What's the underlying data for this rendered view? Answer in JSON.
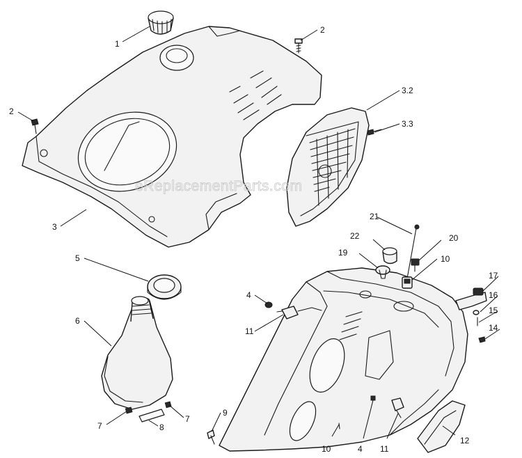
{
  "watermark": "eReplacementParts.com",
  "callouts": [
    {
      "id": "c-1",
      "label": "1"
    },
    {
      "id": "c-2a",
      "label": "2"
    },
    {
      "id": "c-2b",
      "label": "2"
    },
    {
      "id": "c-3",
      "label": "3"
    },
    {
      "id": "c-32",
      "label": "3.2"
    },
    {
      "id": "c-33",
      "label": "3.3"
    },
    {
      "id": "c-4a",
      "label": "4"
    },
    {
      "id": "c-4b",
      "label": "4"
    },
    {
      "id": "c-5",
      "label": "5"
    },
    {
      "id": "c-6",
      "label": "6"
    },
    {
      "id": "c-7a",
      "label": "7"
    },
    {
      "id": "c-7b",
      "label": "7"
    },
    {
      "id": "c-8",
      "label": "8"
    },
    {
      "id": "c-9",
      "label": "9"
    },
    {
      "id": "c-10a",
      "label": "10"
    },
    {
      "id": "c-10b",
      "label": "10"
    },
    {
      "id": "c-11a",
      "label": "11"
    },
    {
      "id": "c-11b",
      "label": "11"
    },
    {
      "id": "c-12",
      "label": "12"
    },
    {
      "id": "c-14",
      "label": "14"
    },
    {
      "id": "c-15",
      "label": "15"
    },
    {
      "id": "c-16",
      "label": "16"
    },
    {
      "id": "c-17",
      "label": "17"
    },
    {
      "id": "c-19",
      "label": "19"
    },
    {
      "id": "c-20",
      "label": "20"
    },
    {
      "id": "c-21",
      "label": "21"
    },
    {
      "id": "c-22",
      "label": "22"
    }
  ]
}
